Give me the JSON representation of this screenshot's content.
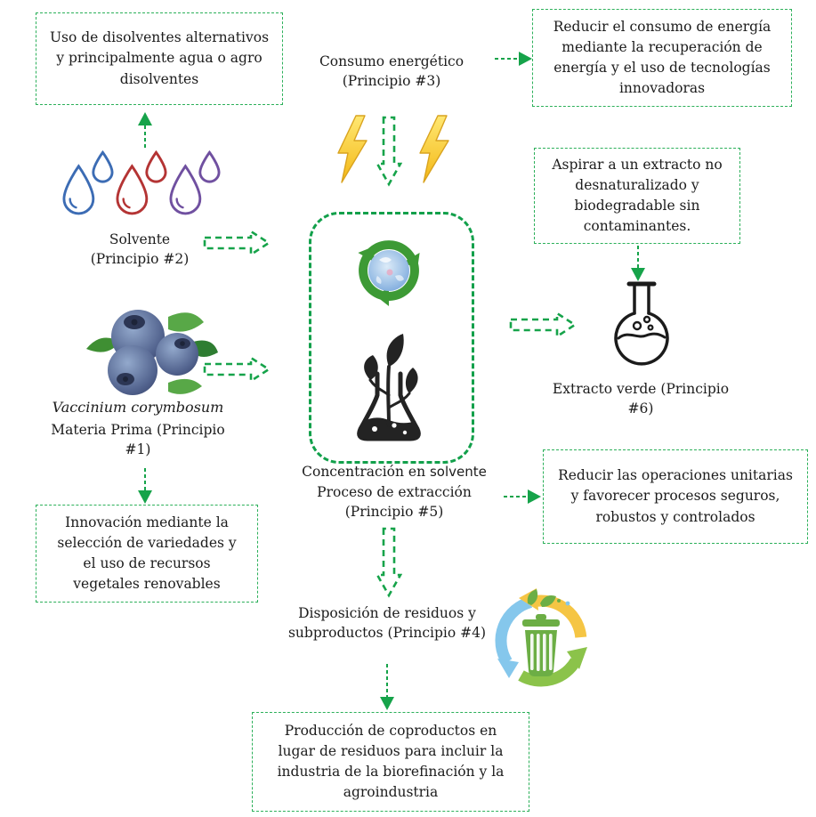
{
  "title": "Principios de extracción verde (diagrama)",
  "colors": {
    "accent_green": "#16a34a",
    "box_border_green": "#2cb05a",
    "bolt_yellow": "#f7c531",
    "drop_blue": "#3c6cb4",
    "drop_red": "#b43434",
    "drop_purple": "#7050a0",
    "bin_green": "#6cae45",
    "arc_blue": "#85c7ec",
    "arc_yellow": "#f5c544",
    "arc_green": "#8bc34a",
    "text": "#1c1c1c"
  },
  "boxes": {
    "solvents": {
      "text": "Uso de disolventes alternativos y principalmente agua o agro disolventes"
    },
    "energy": {
      "text": "Reducir el consumo de energía mediante la recuperación de energía y el uso de tecnologías innovadoras"
    },
    "extract_quality": {
      "text": "Aspirar a un extracto no desnaturalizado y biodegradable sin contaminantes."
    },
    "operations": {
      "text": "Reducir las operaciones unitarias y favorecer procesos seguros, robustos y controlados"
    },
    "innovation": {
      "text": "Innovación mediante la selección de variedades y el uso de recursos vegetales renovables"
    },
    "coproducts": {
      "text": "Producción de coproductos en lugar de residuos para incluir la industria de la biorefinación y la agroindustria"
    }
  },
  "labels": {
    "energy_consumption": {
      "line1": "Consumo energético",
      "line2": "(Principio #3)"
    },
    "solvent": {
      "line1": "Solvente",
      "line2": "(Principio #2)"
    },
    "species": "Vaccinium corymbosum",
    "raw_material": "Materia Prima (Principio #1)",
    "process": {
      "line1_a": "Concentración en ",
      "line1_b": "solvente",
      "line2": "Proceso de extracción",
      "line3": "(Principio #5)"
    },
    "green_extract": "Extracto verde (Principio #6)",
    "waste": {
      "line1": "Disposición de residuos y",
      "line2": "subproductos (Principio #4)"
    }
  },
  "icons": {
    "droplets": "solvent-droplets-icon",
    "lightning": "lightning-bolt-icon",
    "recycle_earth": "recycle-earth-icon",
    "flask_plant": "plant-in-flask-icon",
    "blueberries": "blueberries-photo",
    "round_flask": "round-bottom-flask-icon",
    "recycle_bin": "recycling-bin-icon"
  }
}
